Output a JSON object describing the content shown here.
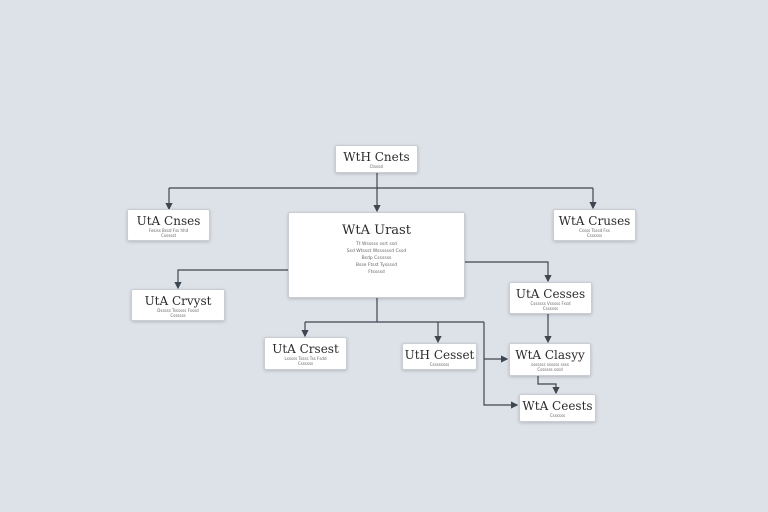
{
  "diagram": {
    "nodes": {
      "root": {
        "title": "WtH Cnets",
        "sub": [
          "Ctssssl"
        ]
      },
      "left_top": {
        "title": "UtA Cnses",
        "sub": [
          "Fesiss Bssd Fss hhd",
          "Cxsssst"
        ]
      },
      "center": {
        "title": "WtA Urast",
        "sub": [
          "Tt Wsssss ssrt ssd",
          "Ssd Wtssst Wssssssd Cssd",
          "Bsdp Cssssss",
          "Bsse Ftsst Tyssssd",
          "Ftssssd"
        ]
      },
      "right_top": {
        "title": "WtA Cruses",
        "sub": [
          "Cssss Tsssd Fss",
          "Cssssss"
        ]
      },
      "left_mid": {
        "title": "UtA Crvyst",
        "sub": [
          "Dsssss Tssssss Fsssd",
          "Cssssss"
        ]
      },
      "right_mid": {
        "title": "UtA Cesses",
        "sub": [
          "Cssssss Vsssss Fssd",
          "Cssssss"
        ]
      },
      "bottom_left": {
        "title": "UtA Crsest",
        "sub": [
          "Lsssss Tssss Tss Fsdd",
          "Cssssss"
        ]
      },
      "bottom_mid": {
        "title": "UtH Cesset",
        "sub": [
          "Cssssssss"
        ]
      },
      "bottom_right": {
        "title": "WtA Clasyy",
        "sub": [
          "sssssss ssssss ssss",
          "Cssssss sssd"
        ]
      },
      "bottom_far": {
        "title": "WtA Ceests",
        "sub": [
          "Cssssss"
        ]
      }
    },
    "colors": {
      "background": "#dde2e8",
      "node_fill": "#ffffff",
      "connector": "#3e4650"
    }
  }
}
